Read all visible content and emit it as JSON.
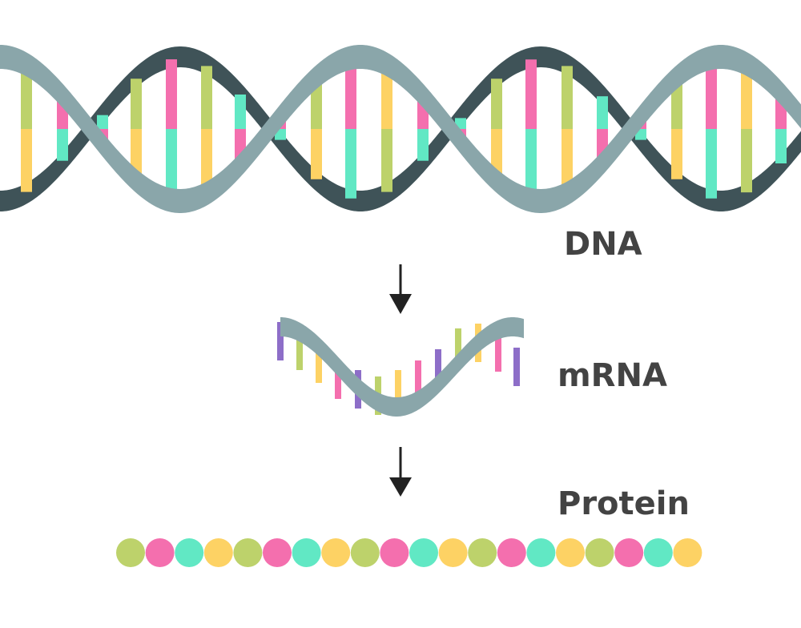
{
  "labels": {
    "dna": "DNA",
    "mrna": "mRNA",
    "protein": "Protein"
  },
  "colors": {
    "strand_light": "#8aa6aa",
    "strand_dark": "#3f5358",
    "green": "#bdd26b",
    "pink": "#f46fae",
    "teal": "#61e8c4",
    "yellow": "#fdd264",
    "purple": "#8d6ec8",
    "text": "#434343",
    "arrow": "#222222"
  },
  "protein_chain": [
    "green",
    "pink",
    "teal",
    "yellow",
    "green",
    "pink",
    "teal",
    "yellow",
    "green",
    "pink",
    "teal",
    "yellow",
    "green",
    "pink",
    "teal",
    "yellow",
    "green",
    "pink",
    "teal",
    "yellow"
  ],
  "mrna_bases": [
    "purple",
    "green",
    "yellow",
    "pink",
    "purple",
    "green",
    "yellow",
    "pink",
    "purple",
    "green",
    "yellow",
    "pink",
    "purple"
  ]
}
